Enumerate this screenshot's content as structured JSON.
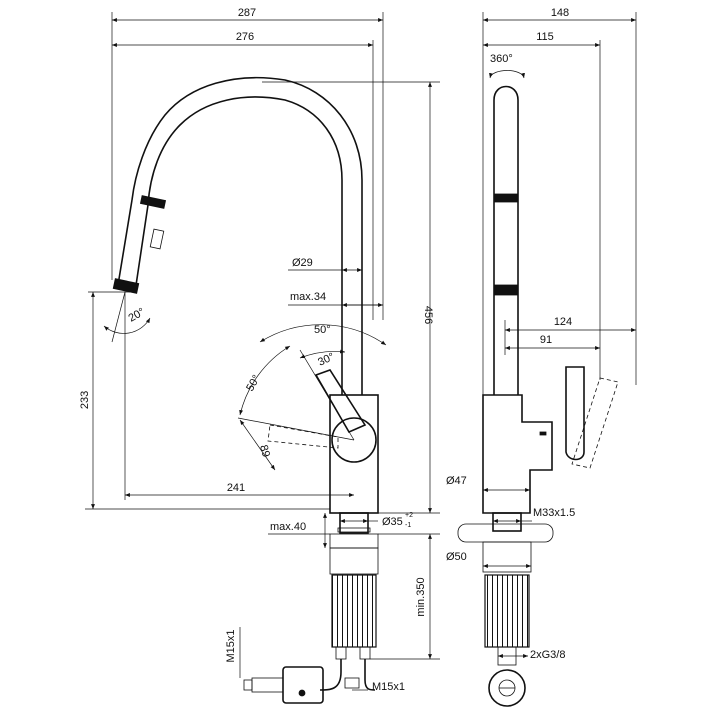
{
  "front_view": {
    "dim_overall_width": "287",
    "dim_reach_width": "276",
    "dim_spout_diameter": "Ø29",
    "dim_max_34": "max.34",
    "dim_angle_20": "20°",
    "dim_angle_50_top": "50°",
    "dim_angle_30": "30°",
    "dim_angle_50_left": "50°",
    "dim_89": "89",
    "dim_total_height": "456",
    "dim_spout_height": "233",
    "dim_241": "241",
    "dim_hole": "Ø35",
    "dim_hole_tol_plus": "+2",
    "dim_hole_tol_minus": "-1",
    "dim_max_40": "max.40",
    "dim_min_350": "min.350",
    "dim_m15_vertical": "M15x1",
    "dim_m15_horizontal": "M15x1"
  },
  "side_view": {
    "dim_148": "148",
    "dim_115": "115",
    "dim_rotation": "360°",
    "dim_124": "124",
    "dim_91": "91",
    "dim_47": "Ø47",
    "dim_thread": "M33x1.5",
    "dim_50": "Ø50",
    "dim_connection": "2xG3/8"
  }
}
